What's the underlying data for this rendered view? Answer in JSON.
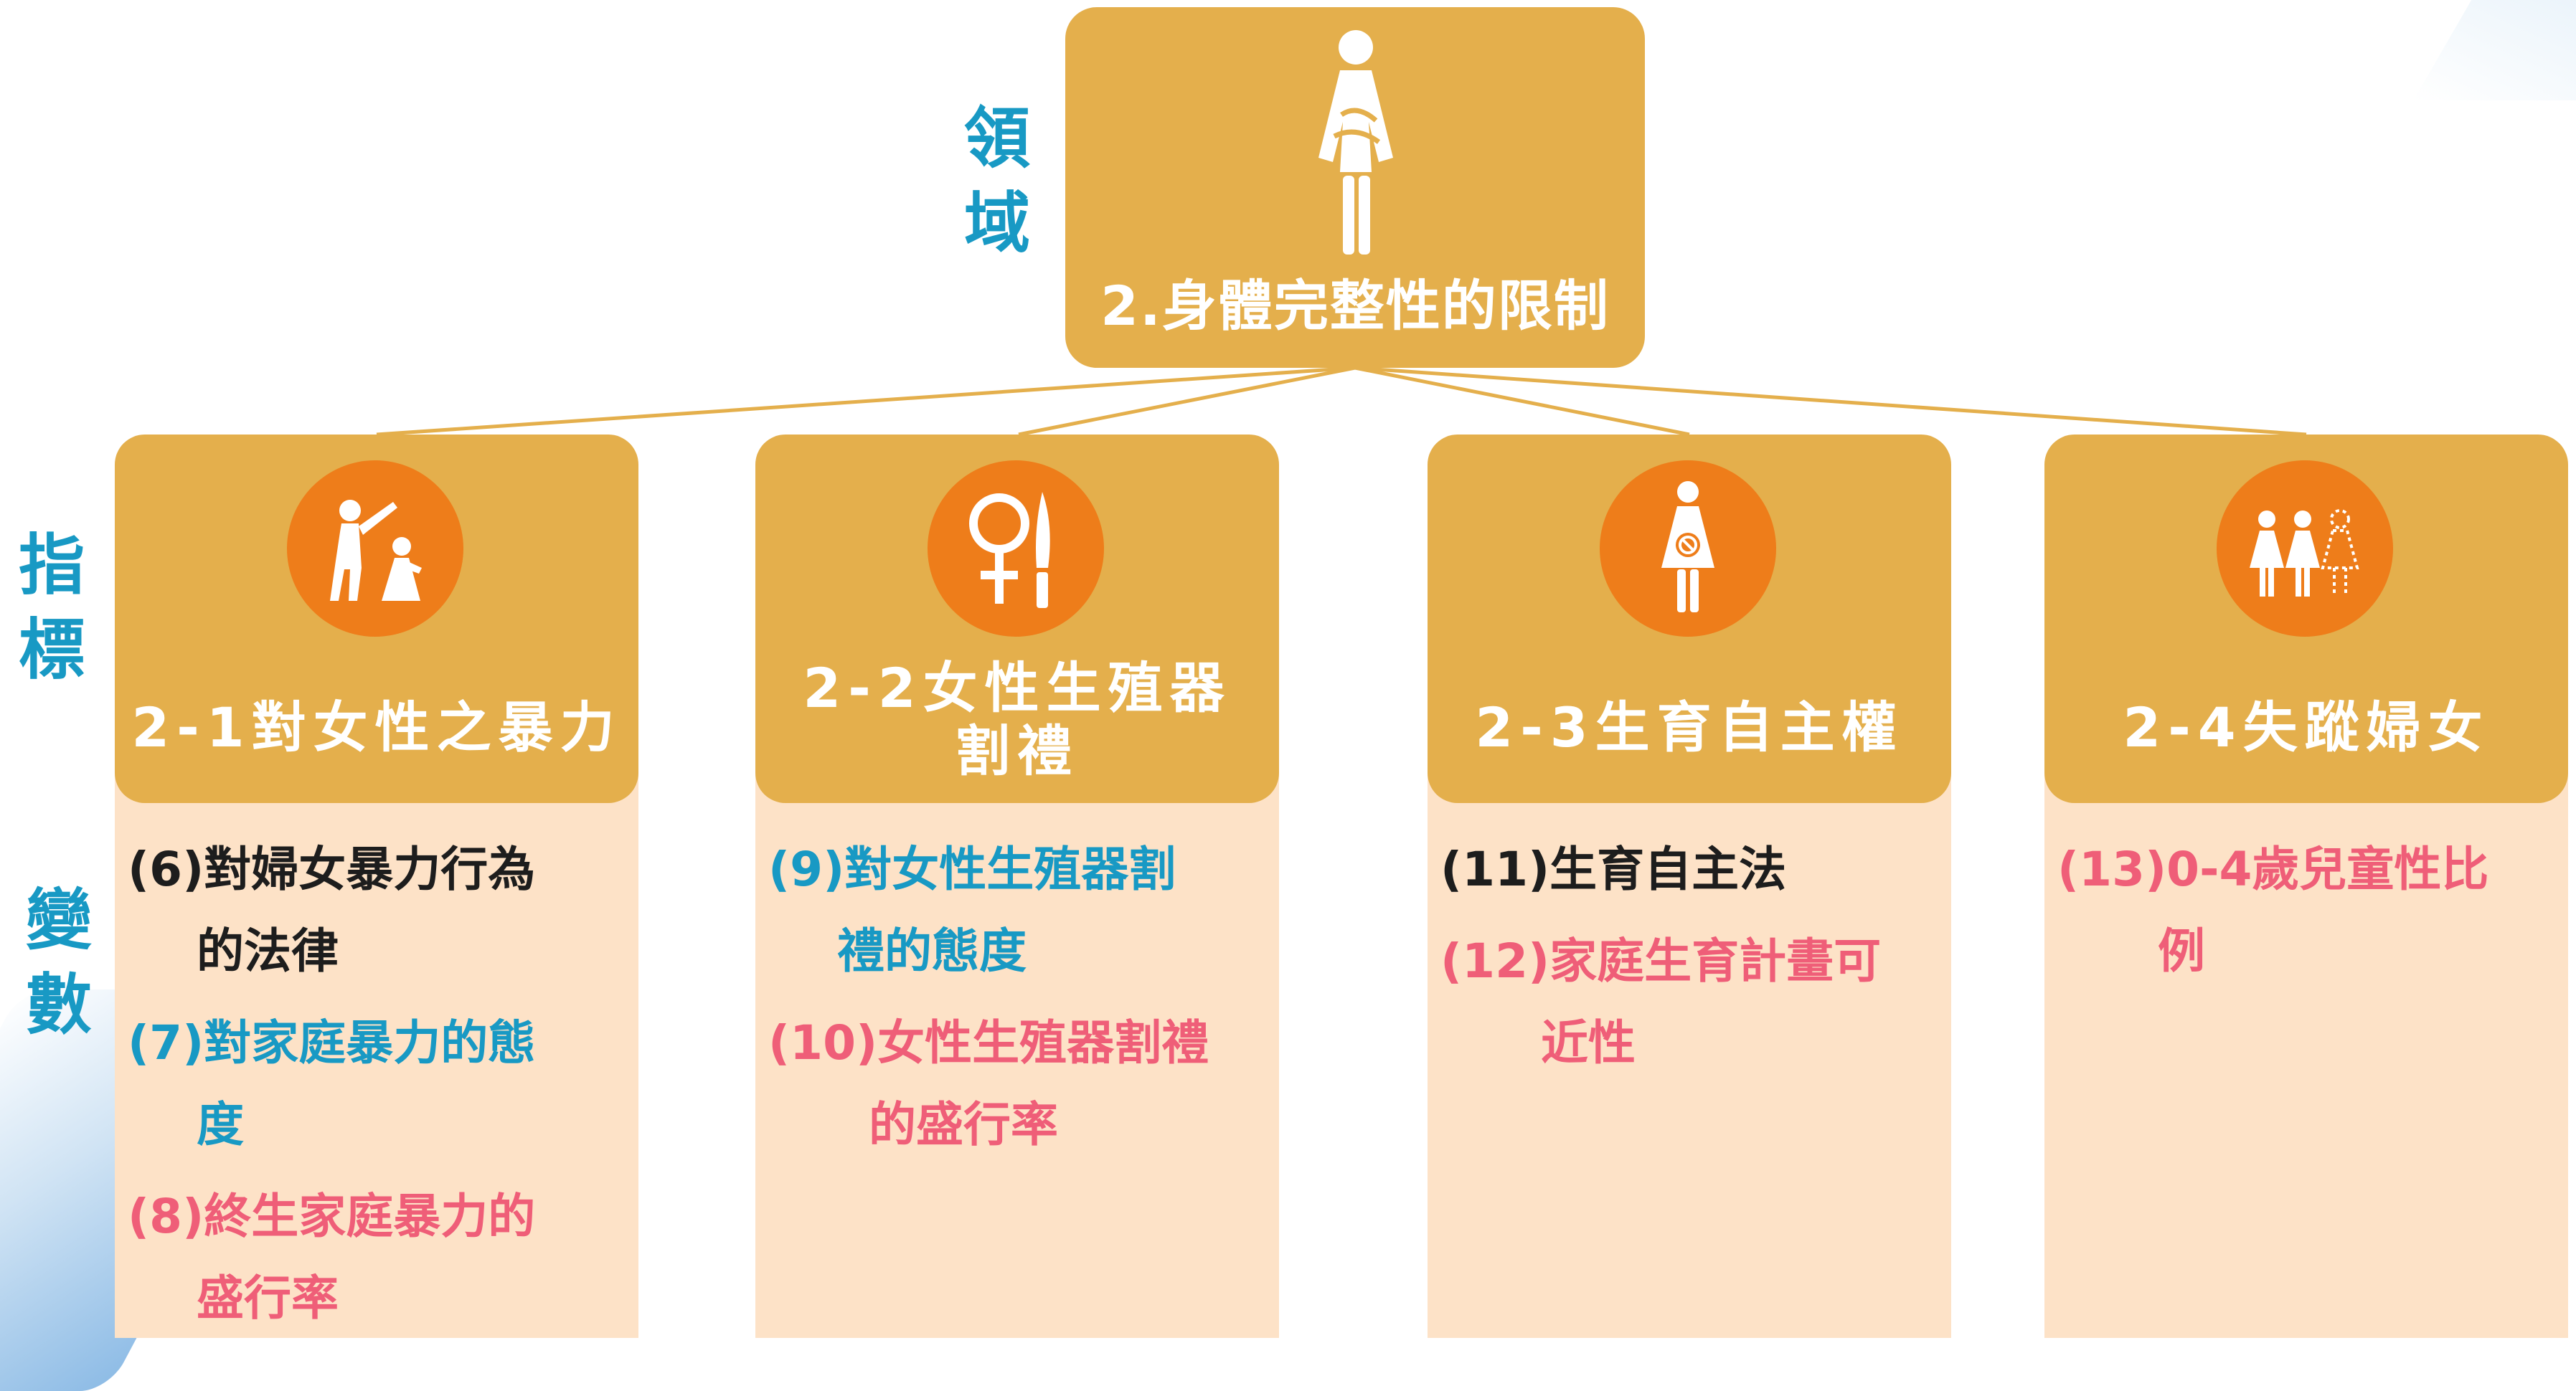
{
  "side_labels": {
    "domain": [
      "領",
      "域"
    ],
    "indicator": [
      "指",
      "標"
    ],
    "variable": [
      "變",
      "數"
    ]
  },
  "domain": {
    "title": "2.身體完整性的限制",
    "icon": "woman-pregnant-icon"
  },
  "indicators": [
    {
      "title_lines": [
        "2-1對女性之暴力"
      ],
      "icon": "violence-against-woman-icon",
      "variables": [
        {
          "lines": [
            "(6)對婦女暴力行為",
            "的法律"
          ],
          "color": "#1d1d1d"
        },
        {
          "lines": [
            "(7)對家庭暴力的態",
            "度"
          ],
          "color": "#1899c4"
        },
        {
          "lines": [
            "(8)終生家庭暴力的",
            "盛行率"
          ],
          "color": "#ef5e78"
        }
      ]
    },
    {
      "title_lines": [
        "2-2女性生殖器",
        "割禮"
      ],
      "icon": "female-symbol-knife-icon",
      "variables": [
        {
          "lines": [
            "(9)對女性生殖器割",
            "禮的態度"
          ],
          "color": "#1899c4"
        },
        {
          "lines": [
            "(10)女性生殖器割禮",
            "的盛行率"
          ],
          "color": "#ef5e78"
        }
      ]
    },
    {
      "title_lines": [
        "2-3生育自主權"
      ],
      "icon": "woman-no-pregnancy-icon",
      "variables": [
        {
          "lines": [
            "(11)生育自主法"
          ],
          "color": "#1d1d1d"
        },
        {
          "lines": [
            "(12)家庭生育計畫可",
            "近性"
          ],
          "color": "#ef5e78"
        }
      ]
    },
    {
      "title_lines": [
        "2-4失蹤婦女"
      ],
      "icon": "missing-women-icon",
      "variables": [
        {
          "lines": [
            "(13)0-4歲兒童性比",
            "例"
          ],
          "color": "#ef5e78"
        }
      ]
    }
  ],
  "colors": {
    "box": "#e4af4c",
    "body": "#fde2c7",
    "circle": "#ee7d1a",
    "label_blue": "#1899c4",
    "pink": "#ef5e78",
    "black": "#1d1d1d"
  }
}
